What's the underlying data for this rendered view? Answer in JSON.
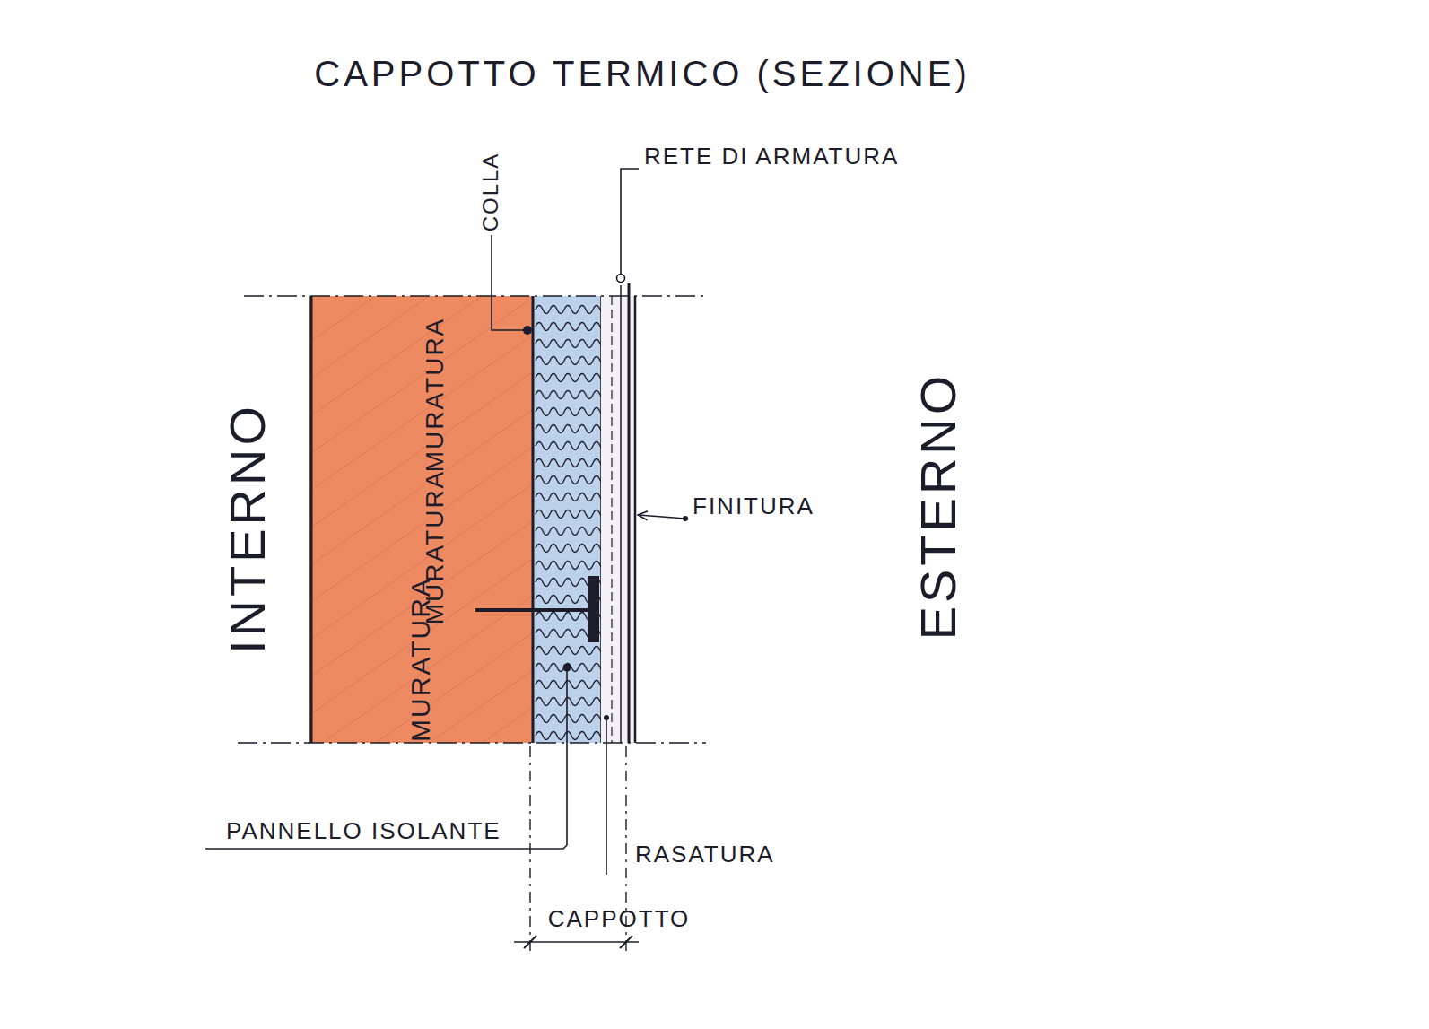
{
  "diagram": {
    "title": "CAPPOTTO TERMICO (SEZIONE)",
    "nodes": [
      {
        "text": [
          "MURATURA",
          "MURATURA",
          "MURATURA"
        ]
      }
    ],
    "labels": [
      "INTERNO",
      "ESTERNO",
      "COLLA",
      "RETE DI ARMATURA",
      "FINITURA",
      "PANNELLO ISOLANTE",
      "RASATURA",
      "CAPPOTTO"
    ]
  }
}
